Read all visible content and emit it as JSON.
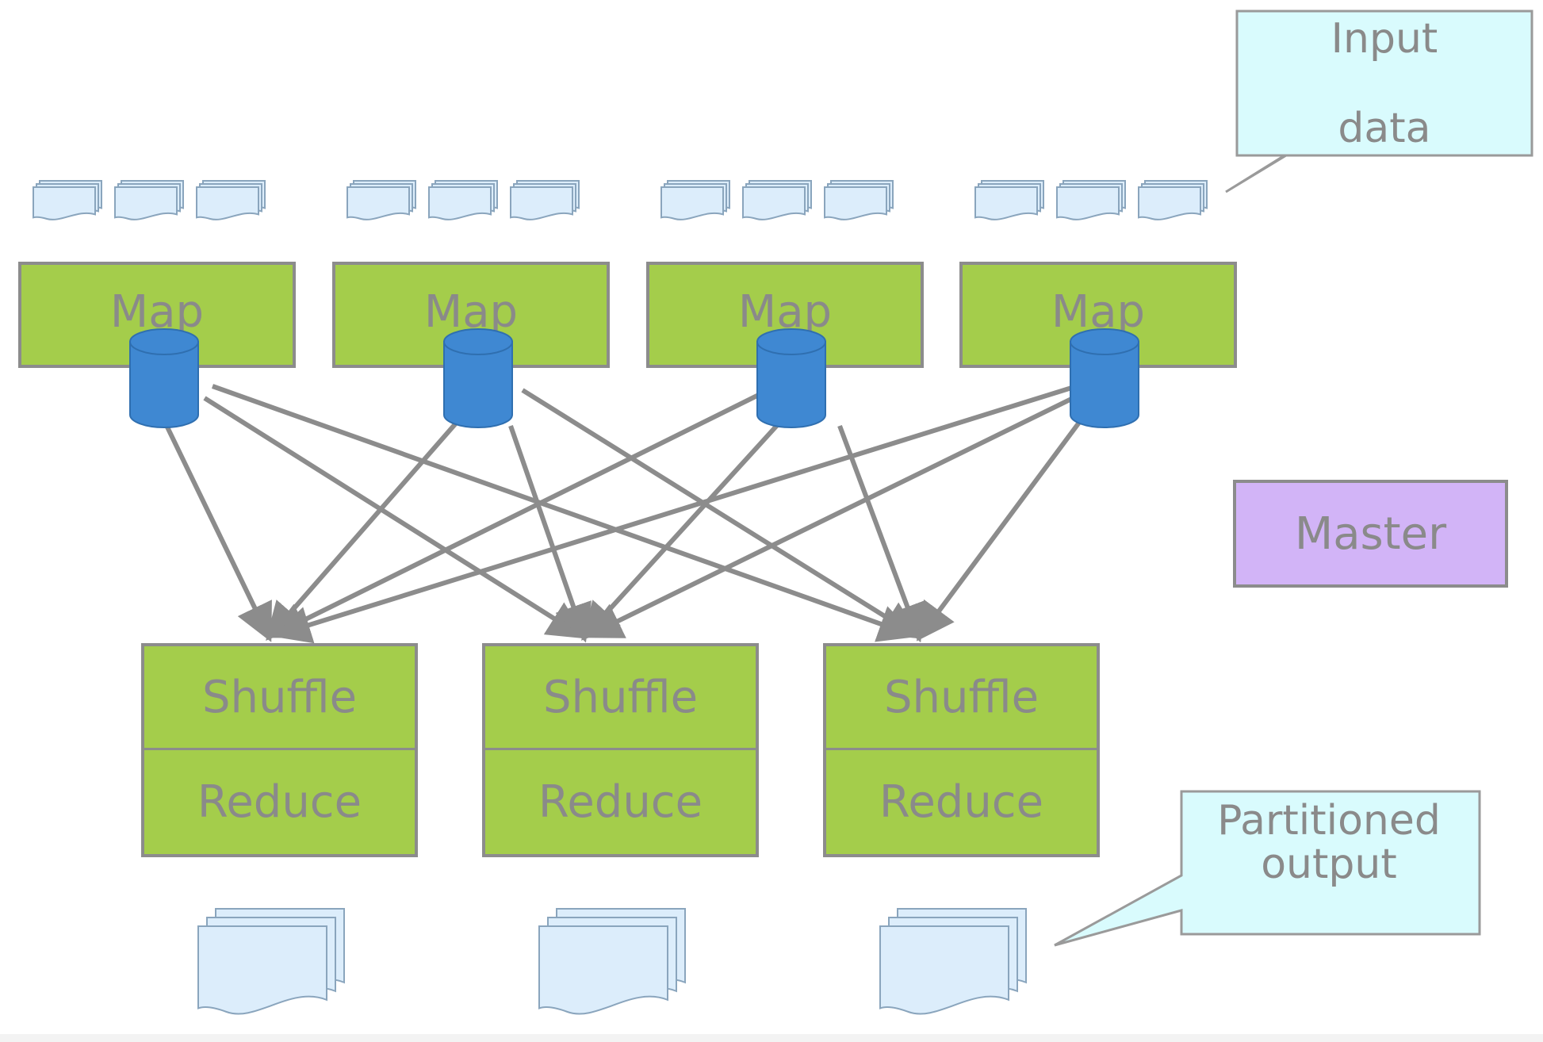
{
  "map_nodes": [
    {
      "label": "Map"
    },
    {
      "label": "Map"
    },
    {
      "label": "Map"
    },
    {
      "label": "Map"
    }
  ],
  "reduce_nodes": [
    {
      "shuffle_label": "Shuffle",
      "reduce_label": "Reduce"
    },
    {
      "shuffle_label": "Shuffle",
      "reduce_label": "Reduce"
    },
    {
      "shuffle_label": "Shuffle",
      "reduce_label": "Reduce"
    }
  ],
  "master": {
    "label": "Master"
  },
  "callouts": {
    "input": {
      "line1": "Input",
      "line2": "data"
    },
    "output": {
      "line1": "Partitioned",
      "line2": "output"
    }
  },
  "colors": {
    "worker_fill": "#a4cd4b",
    "border": "#8c8c8c",
    "master_fill": "#d2b4f7",
    "callout_fill": "#d9fbfd",
    "document_fill": "#dcedfb",
    "document_stroke": "#8aa5bd",
    "disk_fill": "#3f88d2",
    "arrow": "#8c8c8c",
    "text": "#8a8a8a"
  }
}
